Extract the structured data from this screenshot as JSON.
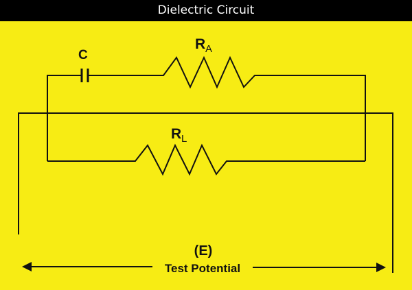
{
  "title": "Dielectric Circuit",
  "components": {
    "capacitor": {
      "label": "C"
    },
    "resistor_a": {
      "label_main": "R",
      "label_sub": "A"
    },
    "resistor_l": {
      "label_main": "R",
      "label_sub": "L"
    }
  },
  "source": {
    "symbol": "(E)",
    "label": "Test Potential"
  },
  "colors": {
    "background": "#f7ec14",
    "title_bar": "#000000",
    "wire": "#111111"
  }
}
